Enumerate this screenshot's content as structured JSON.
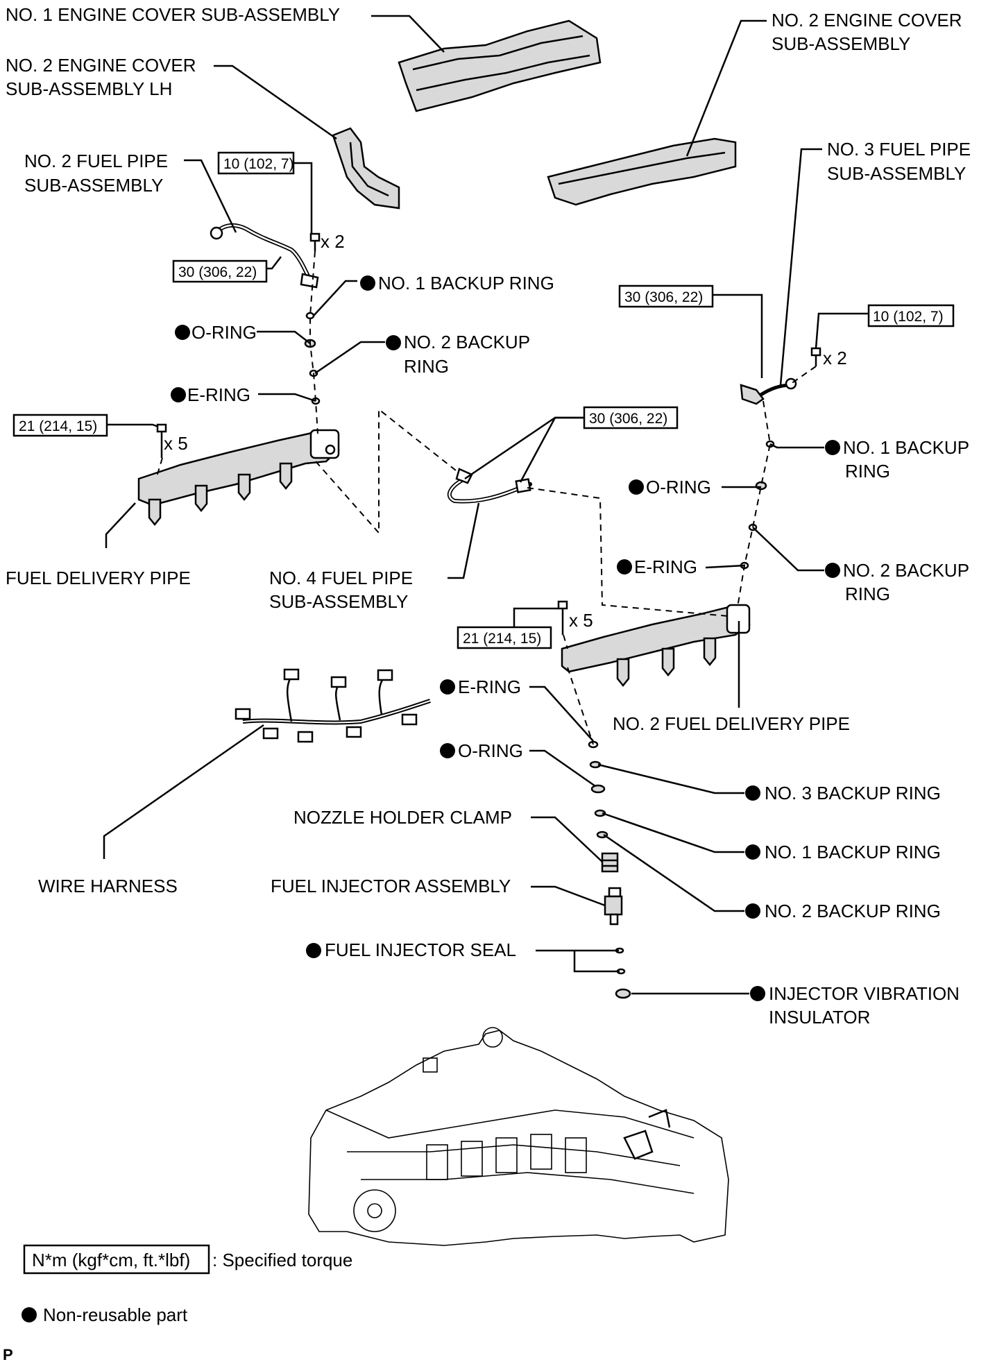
{
  "labels": {
    "engine_cover_1": "NO. 1 ENGINE COVER SUB-ASSEMBLY",
    "engine_cover_2_lh_1": "NO. 2 ENGINE COVER",
    "engine_cover_2_lh_2": "SUB-ASSEMBLY LH",
    "engine_cover_2_1": "NO. 2 ENGINE COVER",
    "engine_cover_2_2": "SUB-ASSEMBLY",
    "fuel_pipe_2_1": "NO. 2 FUEL PIPE",
    "fuel_pipe_2_2": "SUB-ASSEMBLY",
    "fuel_pipe_3_1": "NO. 3 FUEL PIPE",
    "fuel_pipe_3_2": "SUB-ASSEMBLY",
    "fuel_pipe_4_1": "NO. 4 FUEL PIPE",
    "fuel_pipe_4_2": "SUB-ASSEMBLY",
    "l_backup_1": "NO. 1 BACKUP RING",
    "l_oring": "O-RING",
    "l_backup_2a": "NO. 2 BACKUP",
    "l_backup_2b": "RING",
    "l_ering": "E-RING",
    "r_backup_1a": "NO. 1 BACKUP",
    "r_backup_1b": "RING",
    "r_oring": "O-RING",
    "r_ering": "E-RING",
    "r_backup_2a": "NO. 2 BACKUP",
    "r_backup_2b": "RING",
    "fuel_delivery_pipe": "FUEL DELIVERY PIPE",
    "fuel_delivery_pipe_2": "NO. 2 FUEL DELIVERY PIPE",
    "wire_harness": "WIRE HARNESS",
    "c_ering": "E-RING",
    "c_oring": "O-RING",
    "c_backup_3": "NO. 3 BACKUP RING",
    "c_backup_1": "NO. 1 BACKUP RING",
    "c_backup_2": "NO. 2 BACKUP RING",
    "nozzle_holder_clamp": "NOZZLE HOLDER CLAMP",
    "fuel_injector_assembly": "FUEL INJECTOR ASSEMBLY",
    "fuel_injector_seal": "FUEL INJECTOR SEAL",
    "injector_vibration_1": "INJECTOR VIBRATION",
    "injector_vibration_2": "INSULATOR"
  },
  "torques": {
    "t_10_left": "10 (102, 7)",
    "t_30_left": "30 (306, 22)",
    "t_30_right": "30 (306, 22)",
    "t_10_right": "10 (102, 7)",
    "t_30_mid": "30 (306, 22)",
    "t_21_left": "21 (214, 15)",
    "t_21_right": "21 (214, 15)"
  },
  "quantities": {
    "q_left_bolt": "x 2",
    "q_right_bolt": "x 2",
    "q_left_rail": "x 5",
    "q_right_rail": "x 5"
  },
  "legend": {
    "torque_box": "N*m (kgf*cm, ft.*lbf)",
    "torque_desc": ": Specified torque",
    "non_reusable": "Non-reusable part"
  },
  "corner_mark": "P"
}
